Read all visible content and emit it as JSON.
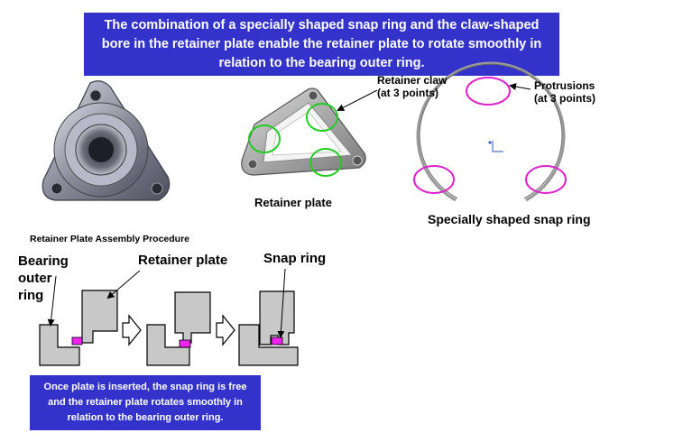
{
  "header": {
    "banner_text": "The combination of a specially shaped snap ring and the claw-shaped bore in the retainer plate enable the retainer plate to rotate smoothly in relation to the bearing outer ring."
  },
  "parts": {
    "retainer_plate_caption": "Retainer plate",
    "snap_ring_caption": "Specially shaped snap ring",
    "retainer_claw_label": "Retainer claw\n(at 3 points)",
    "protrusions_label": "Protrusions\n(at 3 points)"
  },
  "procedure": {
    "title": "Retainer Plate Assembly Procedure",
    "bearing_outer_ring_label": "Bearing\nouter\nring",
    "retainer_plate_label": "Retainer plate",
    "snap_ring_label": "Snap ring"
  },
  "footer": {
    "banner_text": "Once plate is inserted, the snap ring is free and the retainer plate rotates smoothly in relation to the bearing outer ring."
  },
  "colors": {
    "banner": "#3333cc",
    "claw_circle": "#22cc22",
    "protrusion_circle": "#dd22cc",
    "snap_ring_fill": "#ee22ee",
    "part_gray": "#c8c8c8"
  }
}
